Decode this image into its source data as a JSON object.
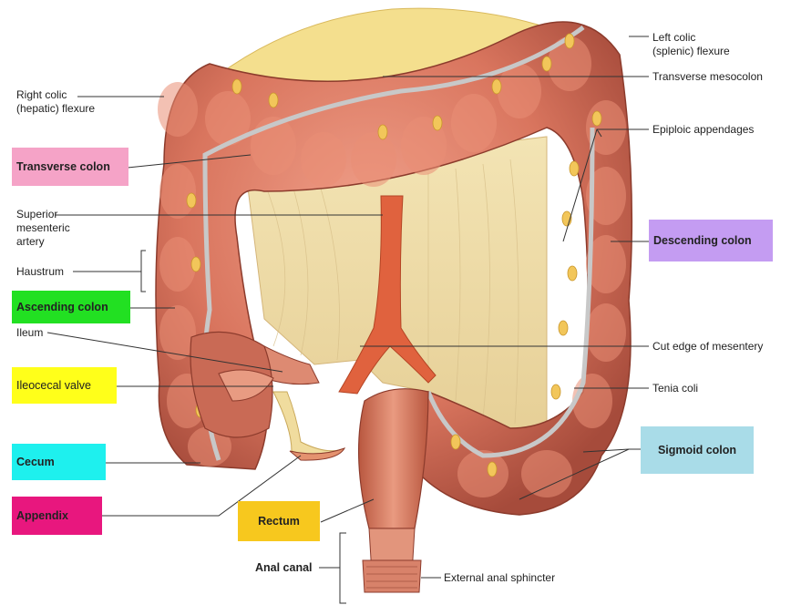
{
  "labels": {
    "right_colic": "Right colic\n(hepatic) flexure",
    "transverse_colon": "Transverse colon",
    "superior_mesenteric": "Superior\nmesenteric\nartery",
    "haustrum": "Haustrum",
    "ascending_colon": "Ascending colon",
    "ileum": "Ileum",
    "ileocecal_valve": "Ileocecal valve",
    "cecum": "Cecum",
    "appendix": "Appendix",
    "rectum": "Rectum",
    "anal_canal": "Anal canal",
    "external_anal_sphincter": "External anal sphincter",
    "left_colic": "Left colic\n(splenic) flexure",
    "transverse_mesocolon": "Transverse mesocolon",
    "epiploic_appendages": "Epiploic appendages",
    "descending_colon": "Descending colon",
    "cut_edge": "Cut edge of mesentery",
    "tenia_coli": "Tenia coli",
    "sigmoid_colon": "Sigmoid colon"
  },
  "colors": {
    "transverse_colon": "#f5a3c7",
    "ascending_colon": "#22e022",
    "ileocecal_valve": "#ffff1a",
    "cecum": "#1ef0ee",
    "appendix": "#e8177e",
    "rectum": "#f7c81e",
    "descending_colon": "#c49cf2",
    "sigmoid_colon": "#a9dce8"
  }
}
